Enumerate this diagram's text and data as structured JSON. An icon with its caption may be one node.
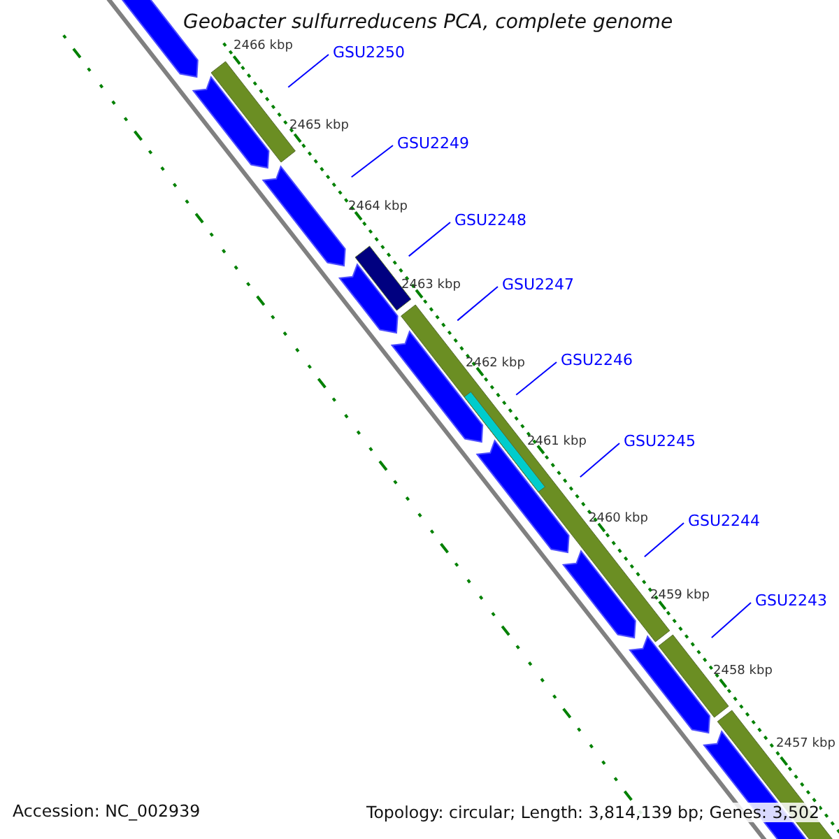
{
  "diagram": {
    "title": "Geobacter sulfurreducens PCA, complete genome",
    "nodes": [
      {
        "text": [
          "GSU2250"
        ]
      },
      {
        "text": [
          "GSU2249"
        ]
      },
      {
        "text": [
          "GSU2248"
        ]
      },
      {
        "text": [
          "GSU2247"
        ]
      },
      {
        "text": [
          "GSU2246"
        ]
      },
      {
        "text": [
          "GSU2245"
        ]
      },
      {
        "text": [
          "GSU2244"
        ]
      },
      {
        "text": [
          "GSU2243"
        ]
      }
    ],
    "edges": [
      {
        "from": 0,
        "to": null,
        "arrow": "none"
      },
      {
        "from": 1,
        "to": null,
        "arrow": "none"
      },
      {
        "from": 2,
        "to": null,
        "arrow": "none"
      },
      {
        "from": 3,
        "to": null,
        "arrow": "none"
      },
      {
        "from": 4,
        "to": null,
        "arrow": "none"
      },
      {
        "from": 5,
        "to": null,
        "arrow": "none"
      },
      {
        "from": 6,
        "to": null,
        "arrow": "none"
      },
      {
        "from": 7,
        "to": null,
        "arrow": "none"
      }
    ],
    "labels": [
      "2466 kbp",
      "2465 kbp",
      "2464 kbp",
      "2463 kbp",
      "2462 kbp",
      "2461 kbp",
      "2460 kbp",
      "2459 kbp",
      "2458 kbp",
      "2457 kbp",
      "Accession: NC_002939",
      "Topology: circular; Length: 3,814,139 bp; Genes: 3,502"
    ]
  }
}
